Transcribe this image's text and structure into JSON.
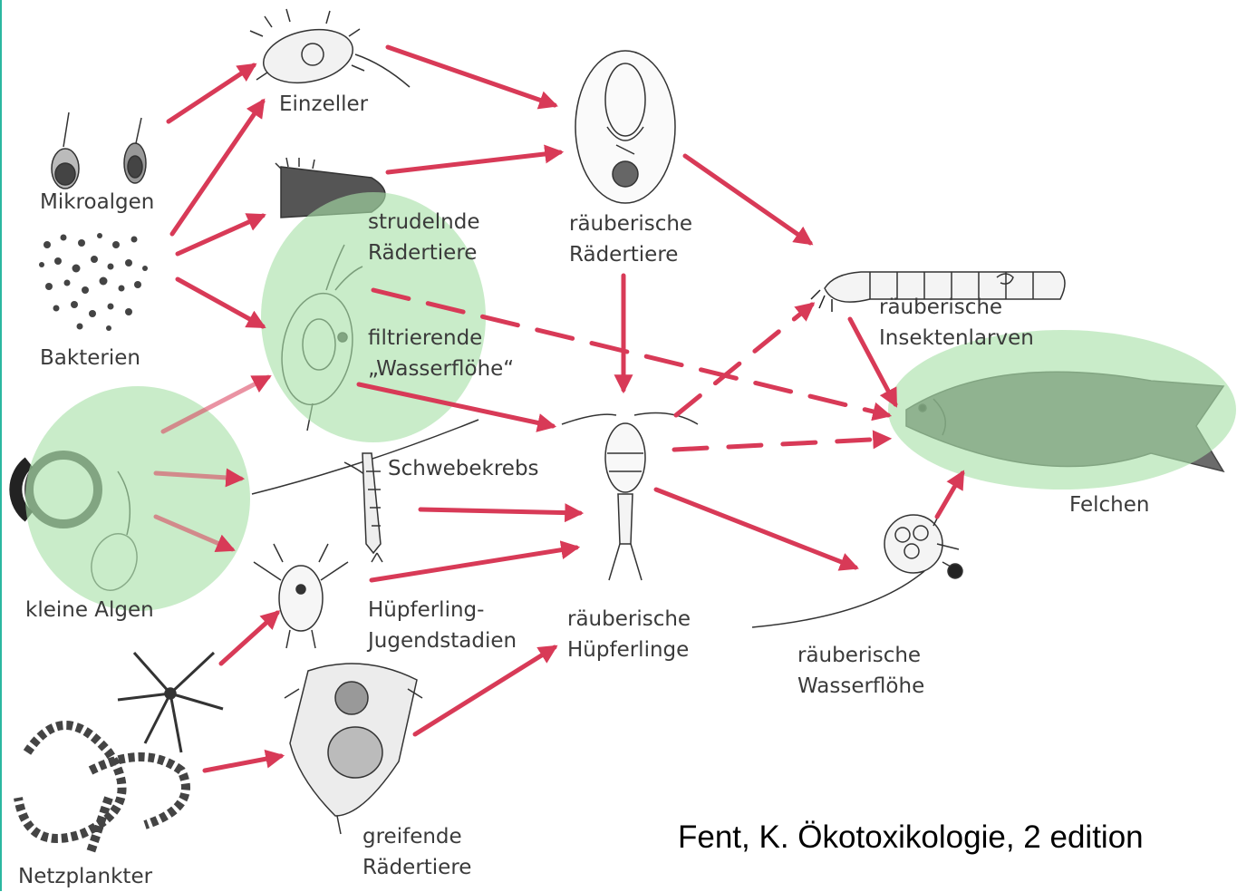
{
  "organisms": {
    "einzeller": "Einzeller",
    "mikroalgen": "Mikroalgen",
    "bakterien": "Bakterien",
    "strudelnde_raedertiere": [
      "strudelnde",
      "Rädertiere"
    ],
    "raeuberische_raedertiere": [
      "räuberische",
      "Rädertiere"
    ],
    "filtrierende_wasserfloehe": [
      "filtrierende",
      "„Wasserflöhe“"
    ],
    "raeuberische_insektenlarven": [
      "räuberische",
      "Insektenlarven"
    ],
    "schwebekrebs": "Schwebekrebs",
    "kleine_algen": "kleine Algen",
    "felchen": "Felchen",
    "huepferling_jugendstadien": [
      "Hüpferling-",
      "Jugendstadien"
    ],
    "raeuberische_huepferlinge": [
      "räuberische",
      "Hüpferlinge"
    ],
    "raeuberische_wasserfloehe": [
      "räuberische",
      "Wasserflöhe"
    ],
    "netzplankter": "Netzplankter",
    "greifende_raedertiere": [
      "greifende",
      "Rädertiere"
    ]
  },
  "citation": "Fent, K. Ökotoxikologie, 2 edition",
  "colors": {
    "arrow": "#d83a57",
    "highlight": "#a8e0a8",
    "text": "#3a3a3a",
    "edge": "#2bb7a0"
  }
}
